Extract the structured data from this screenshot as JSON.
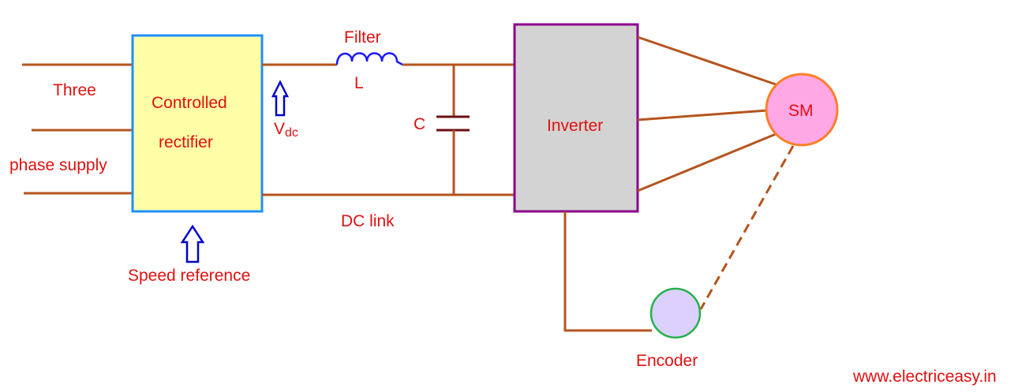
{
  "supply": {
    "line1": "Three",
    "line2": "phase supply"
  },
  "rectifier": {
    "line1": "Controlled",
    "line2": "rectifier"
  },
  "speed_reference": "Speed reference",
  "vdc": {
    "main": "V",
    "sub": "dc"
  },
  "filter": {
    "label": "Filter",
    "inductor": "L"
  },
  "capacitor": "C",
  "dc_link": "DC link",
  "inverter": "Inverter",
  "motor": "SM",
  "encoder": "Encoder",
  "watermark": "www.electriceasy.in",
  "colors": {
    "wire": "#b5541e",
    "text": "#e01010",
    "rectifier_fill": "#ffffa8",
    "rectifier_border": "#1e90ff",
    "inverter_fill": "#d3d3d3",
    "inverter_border": "#8b008b",
    "motor_fill": "#ffa8e6",
    "motor_border": "#ff7f27",
    "encoder_fill": "#dcd0ff",
    "encoder_border": "#22b14c",
    "arrow": "#0000cc",
    "inductor": "#1a1aff",
    "capacitor": "#6b1010"
  }
}
